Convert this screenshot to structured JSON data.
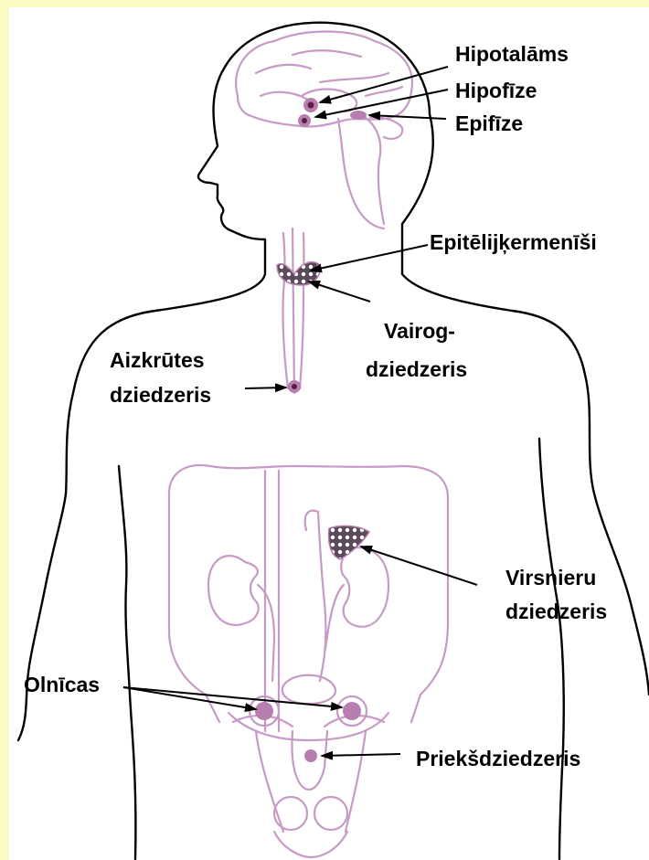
{
  "colors": {
    "frame": "#fdfbc4",
    "outline": "#000000",
    "organ_line": "#c79ac5",
    "gland_dark": "#5a1e3e",
    "gland_light": "#b77fb0"
  },
  "labels": {
    "hypothalamus": "Hipotalāms",
    "pituitary": "Hipofīze",
    "pineal": "Epifīze",
    "parathyroid": "Epitēlijķermenīši",
    "thyroid_1": "Vairog-",
    "thyroid_2": "dziedzeris",
    "thymus_1": "Aizkrūtes",
    "thymus_2": "dziedzeris",
    "adrenal_1": "Virsnieru",
    "adrenal_2": "dziedzeris",
    "ovaries": "Olnīcas",
    "prostate": "Priekšdziedzeris"
  }
}
